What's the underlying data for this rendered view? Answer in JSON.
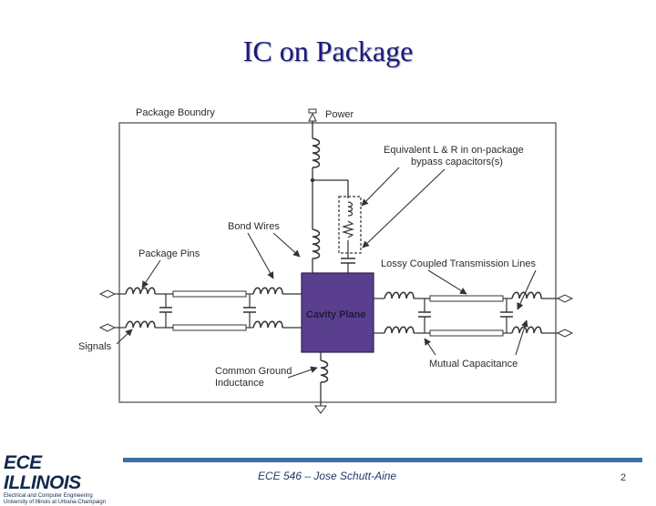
{
  "slide": {
    "title": "IC on Package",
    "footer_text": "ECE 546 – Jose Schutt-Aine",
    "page_number": "2"
  },
  "logo": {
    "main": "ECE ILLINOIS",
    "line1": "Electrical and Computer Engineering",
    "line2": "University of Illinois at Urbana-Champaign"
  },
  "diagram": {
    "labels": {
      "package_boundary": "Package Boundry",
      "power": "Power",
      "equivalent_l_r_1": "Equivalent L & R in on-package",
      "equivalent_l_r_2": "bypass capacitors(s)",
      "bond_wires": "Bond Wires",
      "package_pins": "Package Pins",
      "lossy_lines": "Lossy Coupled Transmission Lines",
      "cavity_plane": "Cavity Plane",
      "signals": "Signals",
      "common_ground_1": "Common Ground",
      "common_ground_2": "Inductance",
      "mutual_capacitance": "Mutual Capacitance"
    },
    "colors": {
      "cavity_fill": "#5a3f8e",
      "boundary": "#555555",
      "wire": "#333333",
      "title": "#1a1a7a",
      "footer_bar": "#3d6fa8"
    }
  }
}
